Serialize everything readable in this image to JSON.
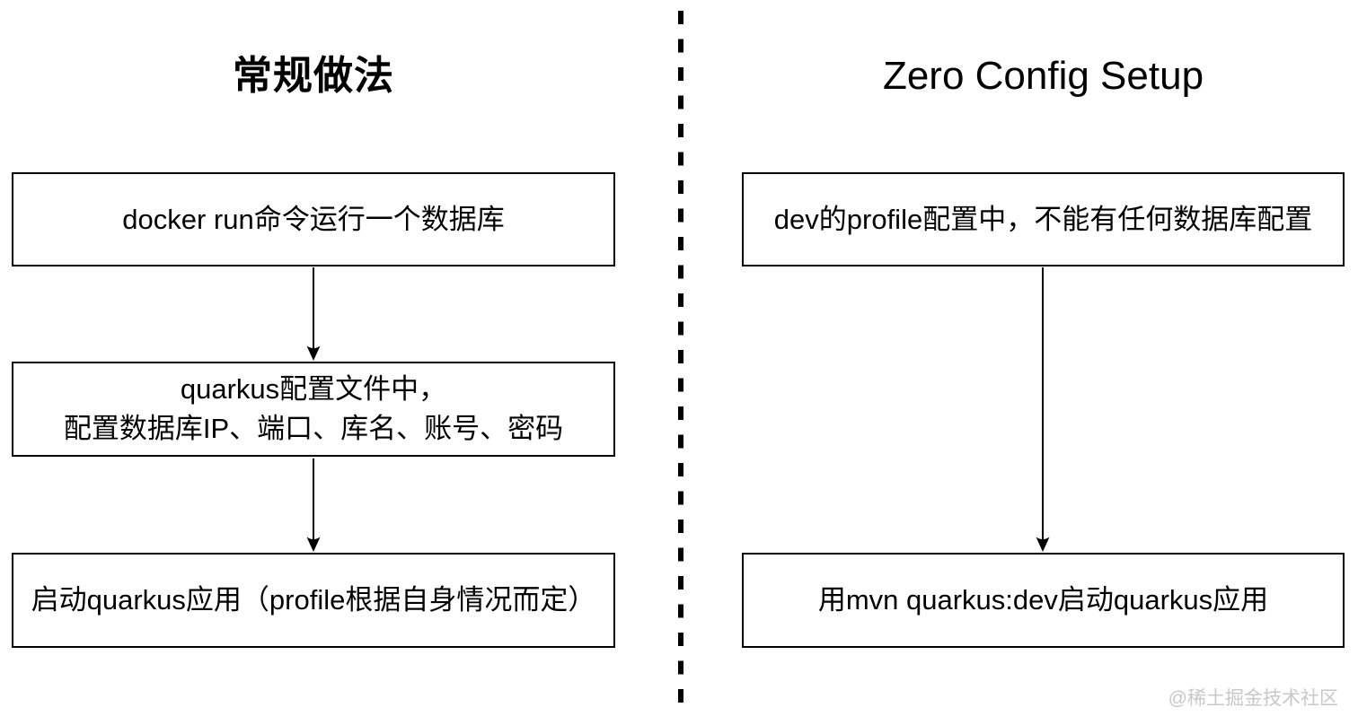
{
  "left_column": {
    "title": "常规做法",
    "box1": "docker run命令运行一个数据库",
    "box2_line1": "quarkus配置文件中，",
    "box2_line2": "配置数据库IP、端口、库名、账号、密码",
    "box3": "启动quarkus应用（profile根据自身情况而定）"
  },
  "right_column": {
    "title": "Zero Config Setup",
    "box1": "dev的profile配置中，不能有任何数据库配置",
    "box2": "用mvn quarkus:dev启动quarkus应用"
  },
  "watermark": "@稀土掘金技术社区",
  "colors": {
    "background": "#ffffff",
    "stroke": "#000000",
    "text": "#000000",
    "watermark": "#c8c8c8"
  }
}
